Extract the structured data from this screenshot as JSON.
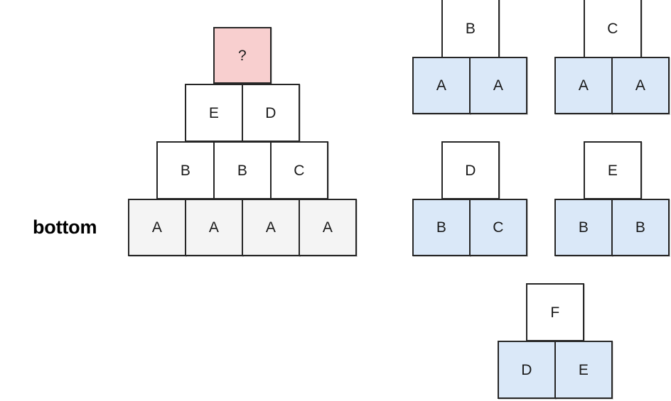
{
  "labels": {
    "bottom": "bottom"
  },
  "colors": {
    "unknown_fill": "#f8cfcf",
    "base_fill": "#f4f4f4",
    "rule_base_fill": "#dae8f8",
    "block_fill": "#ffffff",
    "stroke": "#262626"
  },
  "pyramid": {
    "rows": [
      {
        "name": "apex",
        "cells": [
          {
            "label": "?",
            "style": "pink"
          }
        ]
      },
      {
        "name": "row-3",
        "cells": [
          {
            "label": "E",
            "style": "white"
          },
          {
            "label": "D",
            "style": "white"
          }
        ]
      },
      {
        "name": "row-2",
        "cells": [
          {
            "label": "B",
            "style": "white"
          },
          {
            "label": "B",
            "style": "white"
          },
          {
            "label": "C",
            "style": "white"
          }
        ]
      },
      {
        "name": "bottom",
        "cells": [
          {
            "label": "A",
            "style": "gray"
          },
          {
            "label": "A",
            "style": "gray"
          },
          {
            "label": "A",
            "style": "gray"
          },
          {
            "label": "A",
            "style": "gray"
          }
        ]
      }
    ]
  },
  "rules": [
    {
      "id": "rule-1",
      "top": "B",
      "base": [
        "A",
        "A"
      ]
    },
    {
      "id": "rule-2",
      "top": "C",
      "base": [
        "A",
        "A"
      ]
    },
    {
      "id": "rule-3",
      "top": "D",
      "base": [
        "B",
        "C"
      ]
    },
    {
      "id": "rule-4",
      "top": "E",
      "base": [
        "B",
        "B"
      ]
    },
    {
      "id": "rule-5",
      "top": "F",
      "base": [
        "D",
        "E"
      ]
    }
  ]
}
